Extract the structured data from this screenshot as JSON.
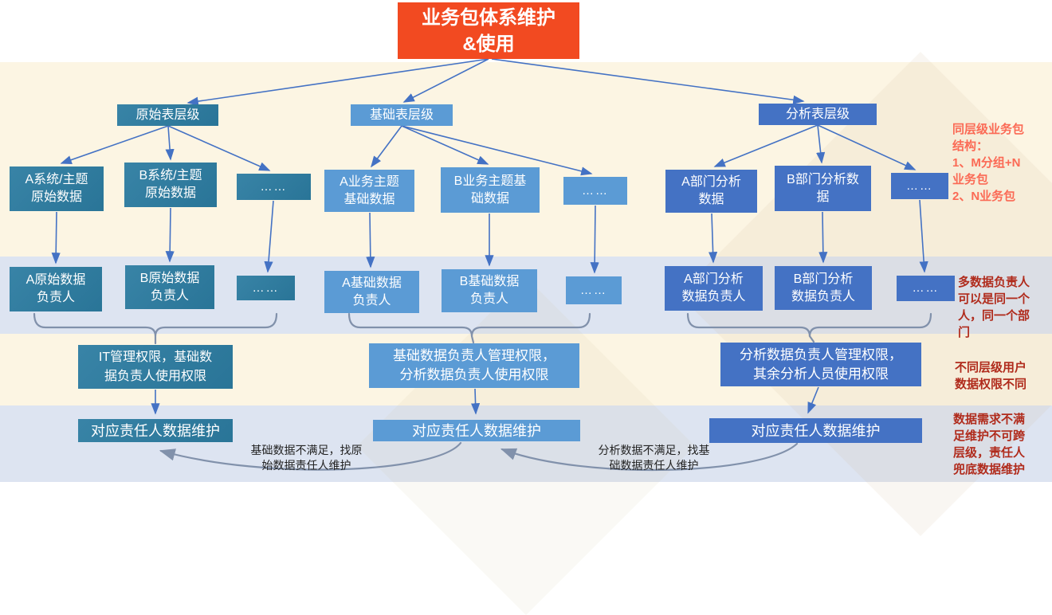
{
  "title": {
    "text": "业务包体系维护\n&使用"
  },
  "columns": [
    {
      "header": "原始表层级",
      "children": [
        "A系统/主题\n原始数据",
        "B系统/主题\n原始数据",
        "……"
      ],
      "owners": [
        "A原始数据\n负责人",
        "B原始数据\n负责人",
        "……"
      ],
      "permission": "IT管理权限，基础数\n据负责人使用权限",
      "maintenance": "对应责任人数据维护"
    },
    {
      "header": "基础表层级",
      "children": [
        "A业务主题\n基础数据",
        "B业务主题基\n础数据",
        "……"
      ],
      "owners": [
        "A基础数据\n负责人",
        "B基础数据\n负责人",
        "……"
      ],
      "permission": "基础数据负责人管理权限，\n分析数据负责人使用权限",
      "maintenance": "对应责任人数据维护"
    },
    {
      "header": "分析表层级",
      "children": [
        "A部门分析\n数据",
        "B部门分析数\n据",
        "……"
      ],
      "owners": [
        "A部门分析\n数据负责人",
        "B部门分析\n数据负责人",
        "……"
      ],
      "permission": "分析数据负责人管理权限，\n其余分析人员使用权限",
      "maintenance": "对应责任人数据维护"
    }
  ],
  "annotations": [
    {
      "text": "同层级业务包\n结构：\n1、M分组+N\n业务包\n2、N业务包"
    },
    {
      "text": "多数据负责人\n可以是同一个\n人，同一个部\n门"
    },
    {
      "text": "不同层级用户\n数据权限不同"
    },
    {
      "text": "数据需求不满\n足维护不可跨\n层级，责任人\n兜底数据维护"
    }
  ],
  "fallback_notes": [
    {
      "text": "基础数据不满足，找原\n始数据责任人维护"
    },
    {
      "text": "分析数据不满足，找基\n础数据责任人维护"
    }
  ],
  "colors": {
    "title_bg": "#F24A21",
    "dark_teal": "#2C7CA1",
    "medium_blue": "#5B9BD5",
    "royal_blue": "#4472C4",
    "cream_band": "#FCF5E3",
    "blue_band": "#DDE4F1",
    "connector_blue": "#4472C4",
    "connector_grey": "#8191AB",
    "note_coral": "#FB6A55",
    "note_red": "#B02B1C"
  }
}
